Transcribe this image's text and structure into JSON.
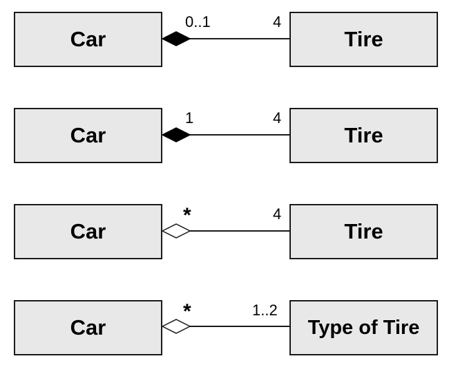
{
  "associations": [
    {
      "whole": "Car",
      "part": "Tire",
      "whole_multiplicity": "0..1",
      "part_multiplicity": "4",
      "diamond": "filled"
    },
    {
      "whole": "Car",
      "part": "Tire",
      "whole_multiplicity": "1",
      "part_multiplicity": "4",
      "diamond": "filled"
    },
    {
      "whole": "Car",
      "part": "Tire",
      "whole_multiplicity": "*",
      "part_multiplicity": "4",
      "diamond": "hollow"
    },
    {
      "whole": "Car",
      "part": "Type of Tire",
      "whole_multiplicity": "*",
      "part_multiplicity": "1..2",
      "diamond": "hollow"
    }
  ],
  "colors": {
    "box_fill": "#e8e8e8",
    "line": "#1a1a1a"
  }
}
